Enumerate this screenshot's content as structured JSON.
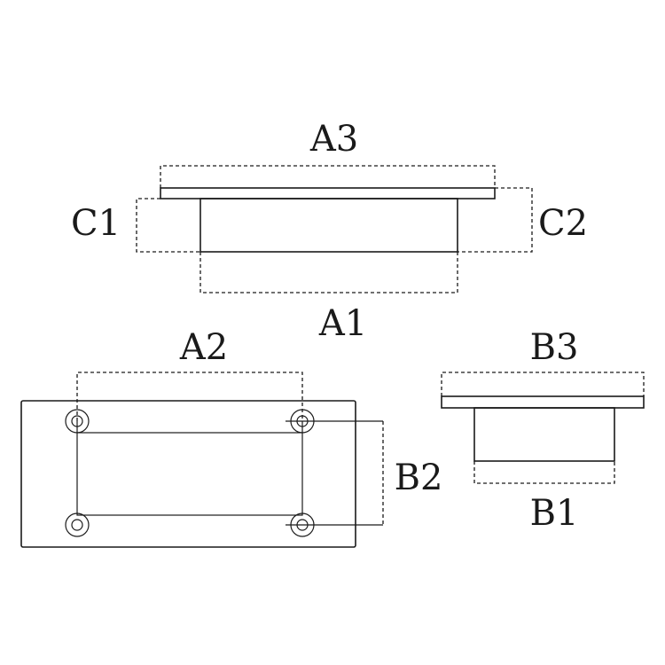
{
  "labels": {
    "a1": "A1",
    "a2": "A2",
    "a3": "A3",
    "b1": "B1",
    "b2": "B2",
    "b3": "B3",
    "c1": "C1",
    "c2": "C2"
  },
  "colors": {
    "ink": "#1a1a1a",
    "background": "#ffffff"
  }
}
